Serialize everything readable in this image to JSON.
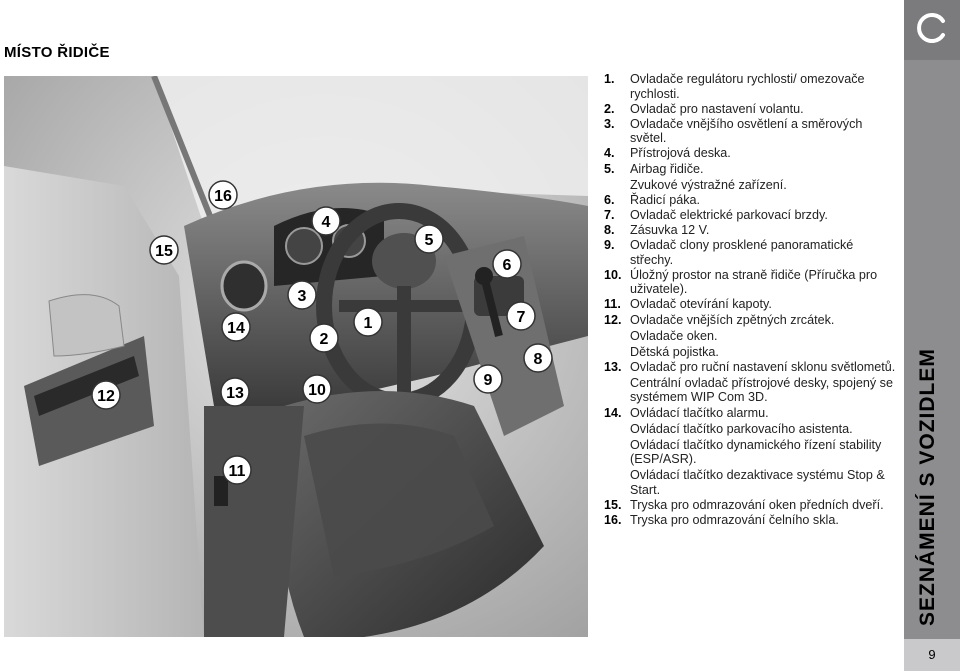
{
  "page": {
    "title": "MÍSTO ŘIDIČE",
    "section_title": "SEZNÁMENÍ S VOZIDLEM",
    "page_number": "9",
    "logo_icon": "circle-section-icon"
  },
  "figure": {
    "icon": "car-interior-illustration",
    "callouts": [
      "16",
      "15",
      "4",
      "5",
      "6",
      "3",
      "14",
      "2",
      "1",
      "7",
      "8",
      "12",
      "13",
      "10",
      "9",
      "11"
    ]
  },
  "items": [
    {
      "num": "1.",
      "lines": [
        "Ovladače regulátoru rychlosti/ omezovače rychlosti."
      ]
    },
    {
      "num": "2.",
      "lines": [
        "Ovladač pro nastavení volantu."
      ]
    },
    {
      "num": "3.",
      "lines": [
        "Ovladače vnějšího osvětlení a směrových světel."
      ]
    },
    {
      "num": "4.",
      "lines": [
        "Přístrojová deska."
      ]
    },
    {
      "num": "5.",
      "lines": [
        "Airbag řidiče.",
        "Zvukové výstražné zařízení."
      ]
    },
    {
      "num": "6.",
      "lines": [
        "Řadicí páka."
      ]
    },
    {
      "num": "7.",
      "lines": [
        "Ovladač elektrické parkovací brzdy."
      ]
    },
    {
      "num": "8.",
      "lines": [
        "Zásuvka 12 V."
      ]
    },
    {
      "num": "9.",
      "lines": [
        "Ovladač clony prosklené panoramatické střechy."
      ]
    },
    {
      "num": "10.",
      "lines": [
        "Úložný prostor na straně řidiče (Příručka pro uživatele)."
      ]
    },
    {
      "num": "11.",
      "lines": [
        "Ovladač otevírání kapoty."
      ]
    },
    {
      "num": "12.",
      "lines": [
        "Ovladače vnějších zpětných zrcátek.",
        "Ovladače oken.",
        "Dětská pojistka."
      ]
    },
    {
      "num": "13.",
      "lines": [
        "Ovladač pro ruční nastavení sklonu světlometů.",
        "Centrální ovladač přístrojové desky, spojený se systémem WIP Com 3D."
      ]
    },
    {
      "num": "14.",
      "lines": [
        "Ovládací tlačítko alarmu.",
        "Ovládací tlačítko parkovacího asistenta.",
        "Ovládací tlačítko dynamického řízení stability (ESP/ASR).",
        "Ovládací tlačítko dezaktivace systému Stop & Start."
      ]
    },
    {
      "num": "15.",
      "lines": [
        "Tryska pro odmrazování oken předních dveří."
      ]
    },
    {
      "num": "16.",
      "lines": [
        "Tryska pro odmrazování čelního skla."
      ]
    }
  ]
}
